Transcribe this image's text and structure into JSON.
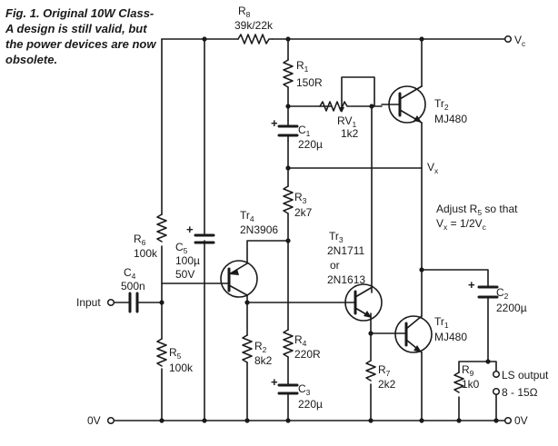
{
  "caption": "Fig. 1. Original 10W Class-A design is still valid, but the power devices are now obsolete.",
  "rails": {
    "vc": "V",
    "vc_sub": "c",
    "vx": "V",
    "vx_sub": "x",
    "zero_left": "0V",
    "zero_right": "0V"
  },
  "input_label": "Input",
  "note": {
    "line1_a": "Adjust R",
    "line1_sub": "5",
    "line1_b": " so that",
    "line2_a": "V",
    "line2_sub1": "x",
    "line2_b": " = 1/2V",
    "line2_sub2": "c"
  },
  "output": {
    "line1": "LS output",
    "line2": "8 - 15Ω"
  },
  "resistors": {
    "r1": {
      "ref": "R",
      "sub": "1",
      "value": "150R"
    },
    "r2": {
      "ref": "R",
      "sub": "2",
      "value": "8k2"
    },
    "r3": {
      "ref": "R",
      "sub": "3",
      "value": "2k7"
    },
    "r4": {
      "ref": "R",
      "sub": "4",
      "value": "220R"
    },
    "r5": {
      "ref": "R",
      "sub": "5",
      "value": "100k"
    },
    "r6": {
      "ref": "R",
      "sub": "6",
      "value": "100k"
    },
    "r7": {
      "ref": "R",
      "sub": "7",
      "value": "2k2"
    },
    "r8": {
      "ref": "R",
      "sub": "8",
      "value": "39k/22k"
    },
    "r9": {
      "ref": "R",
      "sub": "9",
      "value": "1k0"
    },
    "rv1": {
      "ref": "RV",
      "sub": "1",
      "value": "1k2"
    }
  },
  "capacitors": {
    "c1": {
      "ref": "C",
      "sub": "1",
      "value": "220µ"
    },
    "c2": {
      "ref": "C",
      "sub": "2",
      "value": "2200µ"
    },
    "c3": {
      "ref": "C",
      "sub": "3",
      "value": "220µ"
    },
    "c4": {
      "ref": "C",
      "sub": "4",
      "value": "500n"
    },
    "c5": {
      "ref": "C",
      "sub": "5",
      "value": "100µ",
      "value2": "50V"
    }
  },
  "transistors": {
    "tr1": {
      "ref": "Tr",
      "sub": "1",
      "part": "MJ480"
    },
    "tr2": {
      "ref": "Tr",
      "sub": "2",
      "part": "MJ480"
    },
    "tr3": {
      "ref": "Tr",
      "sub": "3",
      "part": "2N1711",
      "or": "or",
      "alt": "2N1613"
    },
    "tr4": {
      "ref": "Tr",
      "sub": "4",
      "part": "2N3906"
    }
  },
  "plus_sign": "+"
}
